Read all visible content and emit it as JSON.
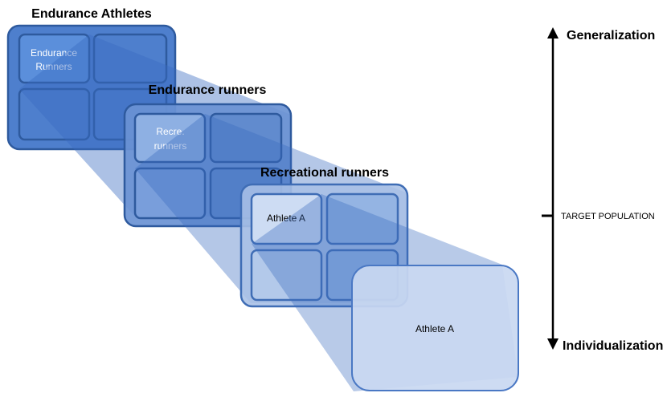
{
  "levels": [
    {
      "heading": "Endurance Athletes",
      "cell_line1": "Endurance",
      "cell_line2": "Runners"
    },
    {
      "heading": "Endurance runners",
      "cell_line1": "Recre.",
      "cell_line2": "runners"
    },
    {
      "heading": "Recreational runners",
      "cell_line1": "Athlete A"
    }
  ],
  "detail_box": {
    "label": "Athlete A"
  },
  "axis": {
    "top_label": "Generalization",
    "middle_label": "TARGET POPULATION",
    "bottom_label": "Individualization"
  },
  "colors": {
    "level1_fill": "#4e7fcd",
    "level2_fill": "#6a93d4",
    "level3_fill": "#a9c0e6",
    "detail_fill": "#c9d8f1",
    "border_dark": "#2e5a9e",
    "projection": "#3a6cc0"
  }
}
